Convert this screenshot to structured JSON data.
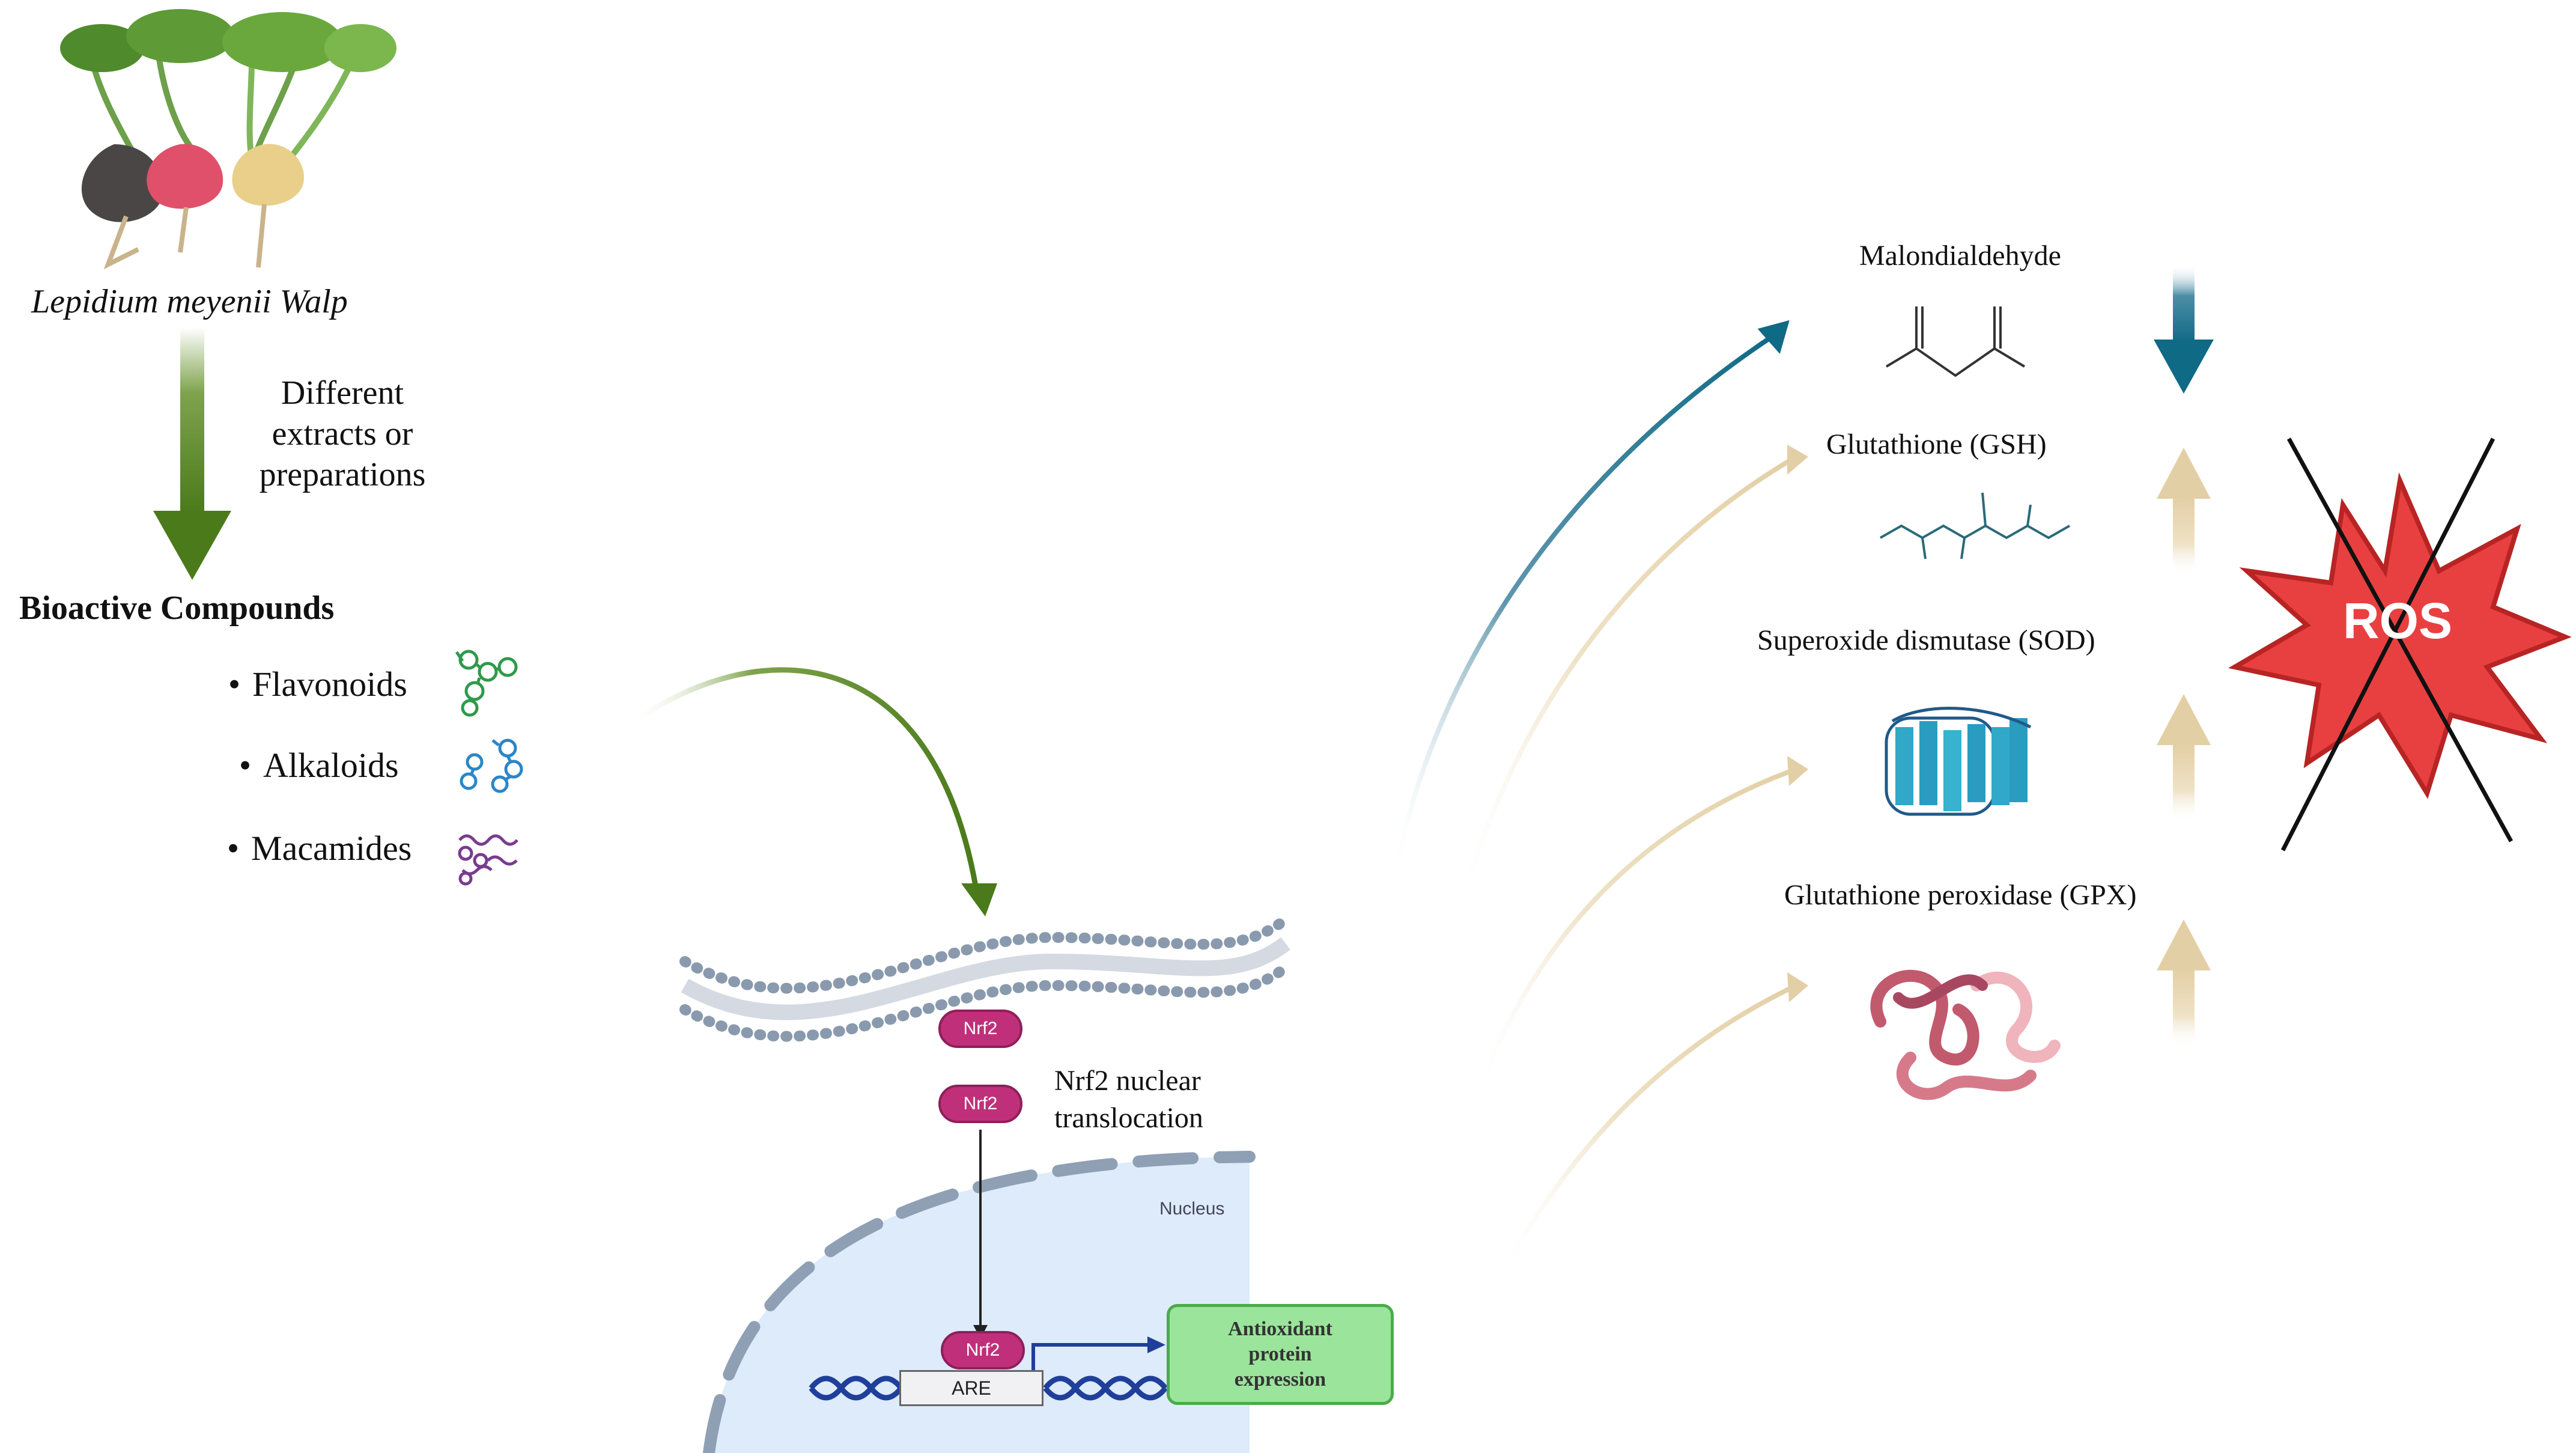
{
  "plant": {
    "name": "Lepidium meyenii Walp"
  },
  "process": {
    "line1": "Different",
    "line2": "extracts or",
    "line3": "preparations"
  },
  "compounds": {
    "heading": "Bioactive Compounds",
    "items": [
      {
        "label": "Flavonoids",
        "color": "#2e9a4a"
      },
      {
        "label": "Alkaloids",
        "color": "#2a86c8"
      },
      {
        "label": "Macamides",
        "color": "#7a3b8f"
      }
    ]
  },
  "pathway": {
    "nrf2_label": "Nrf2",
    "translocation_line1": "Nrf2 nuclear",
    "translocation_line2": "translocation",
    "nucleus_label": "Nucleus",
    "are_label": "ARE",
    "expression_line1": "Antioxidant",
    "expression_line2": "protein",
    "expression_line3": "expression"
  },
  "markers": [
    {
      "label": "Malondialdehyde",
      "trend": "down",
      "arrow_color": "#0f6a86"
    },
    {
      "label": "Glutathione (GSH)",
      "trend": "up",
      "arrow_color": "#e8d6b0"
    },
    {
      "label": "Superoxide dismutase (SOD)",
      "trend": "up",
      "arrow_color": "#e8d6b0"
    },
    {
      "label": "Glutathione peroxidase (GPX)",
      "trend": "up",
      "arrow_color": "#e8d6b0"
    }
  ],
  "ros": {
    "label": "ROS",
    "color": "#e84040"
  },
  "colors": {
    "green_arrow": "#4a7a1a",
    "teal": "#0f6a86",
    "tan": "#e8d6b0",
    "membrane": "#8a9aae",
    "nucleus_fill": "#ddebfa"
  }
}
